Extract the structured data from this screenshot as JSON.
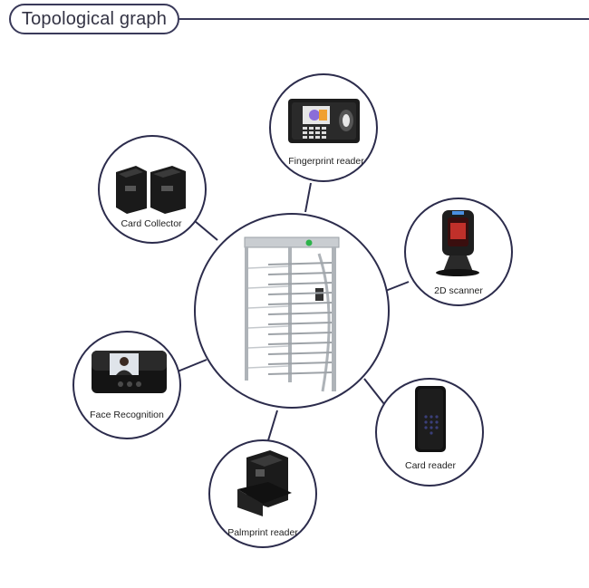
{
  "header": {
    "title": "Topological graph"
  },
  "center": {
    "name": "full-height turnstile"
  },
  "nodes": [
    {
      "id": "fingerprint",
      "label": "Fingerprint reader",
      "icon": "fingerprint-reader-icon"
    },
    {
      "id": "card-collector",
      "label": "Card Collector",
      "icon": "card-collector-icon"
    },
    {
      "id": "scanner",
      "label": "2D scanner",
      "icon": "2d-scanner-icon"
    },
    {
      "id": "face",
      "label": "Face Recognition",
      "icon": "face-recognition-icon"
    },
    {
      "id": "card-reader",
      "label": "Card reader",
      "icon": "card-reader-icon"
    },
    {
      "id": "palmprint",
      "label": "Palmprint reader",
      "icon": "palmprint-reader-icon"
    }
  ],
  "colors": {
    "ring": "#2c2c4c",
    "connector": "#2c2c4c",
    "device_dark": "#1a1a1a",
    "steel": "#b8bcc0"
  }
}
